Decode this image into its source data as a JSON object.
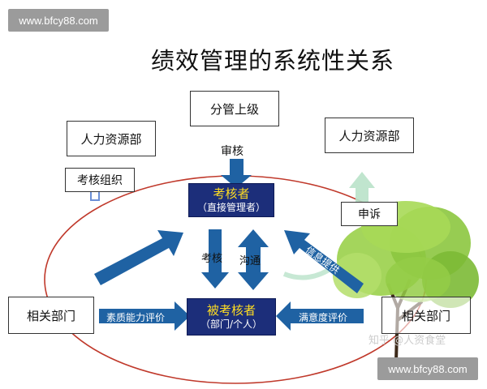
{
  "watermark": {
    "top": "www.bfcy88.com",
    "bottom": "www.bfcy88.com"
  },
  "title": "绩效管理的系统性关系",
  "boxes": {
    "supervisor": "分管上级",
    "hr_left": "人力资源部",
    "hr_right": "人力资源部",
    "assess_org": "考核组织",
    "appeal": "申诉",
    "related_left": "相关部门",
    "related_right": "相关部门"
  },
  "core": {
    "assessor_title": "考核者",
    "assessor_sub": "（直接管理者）",
    "assessee_title": "被考核者",
    "assessee_sub": "（部门/个人）"
  },
  "labels": {
    "review": "审核",
    "assess": "考核",
    "communicate": "沟通"
  },
  "arrows": {
    "info_left": "信息提供",
    "info_right": "信息提供",
    "quality_eval": "素质能力评价",
    "satisfaction_eval": "满意度评价"
  },
  "credit": "知乎 @人资食堂",
  "colors": {
    "arrow_blue": "#1f62a3",
    "box_navy": "#1c2e7a",
    "ellipse_red": "#c0392b",
    "highlight_yellow": "#ffdd22",
    "tree_green": "#8cc63f"
  }
}
